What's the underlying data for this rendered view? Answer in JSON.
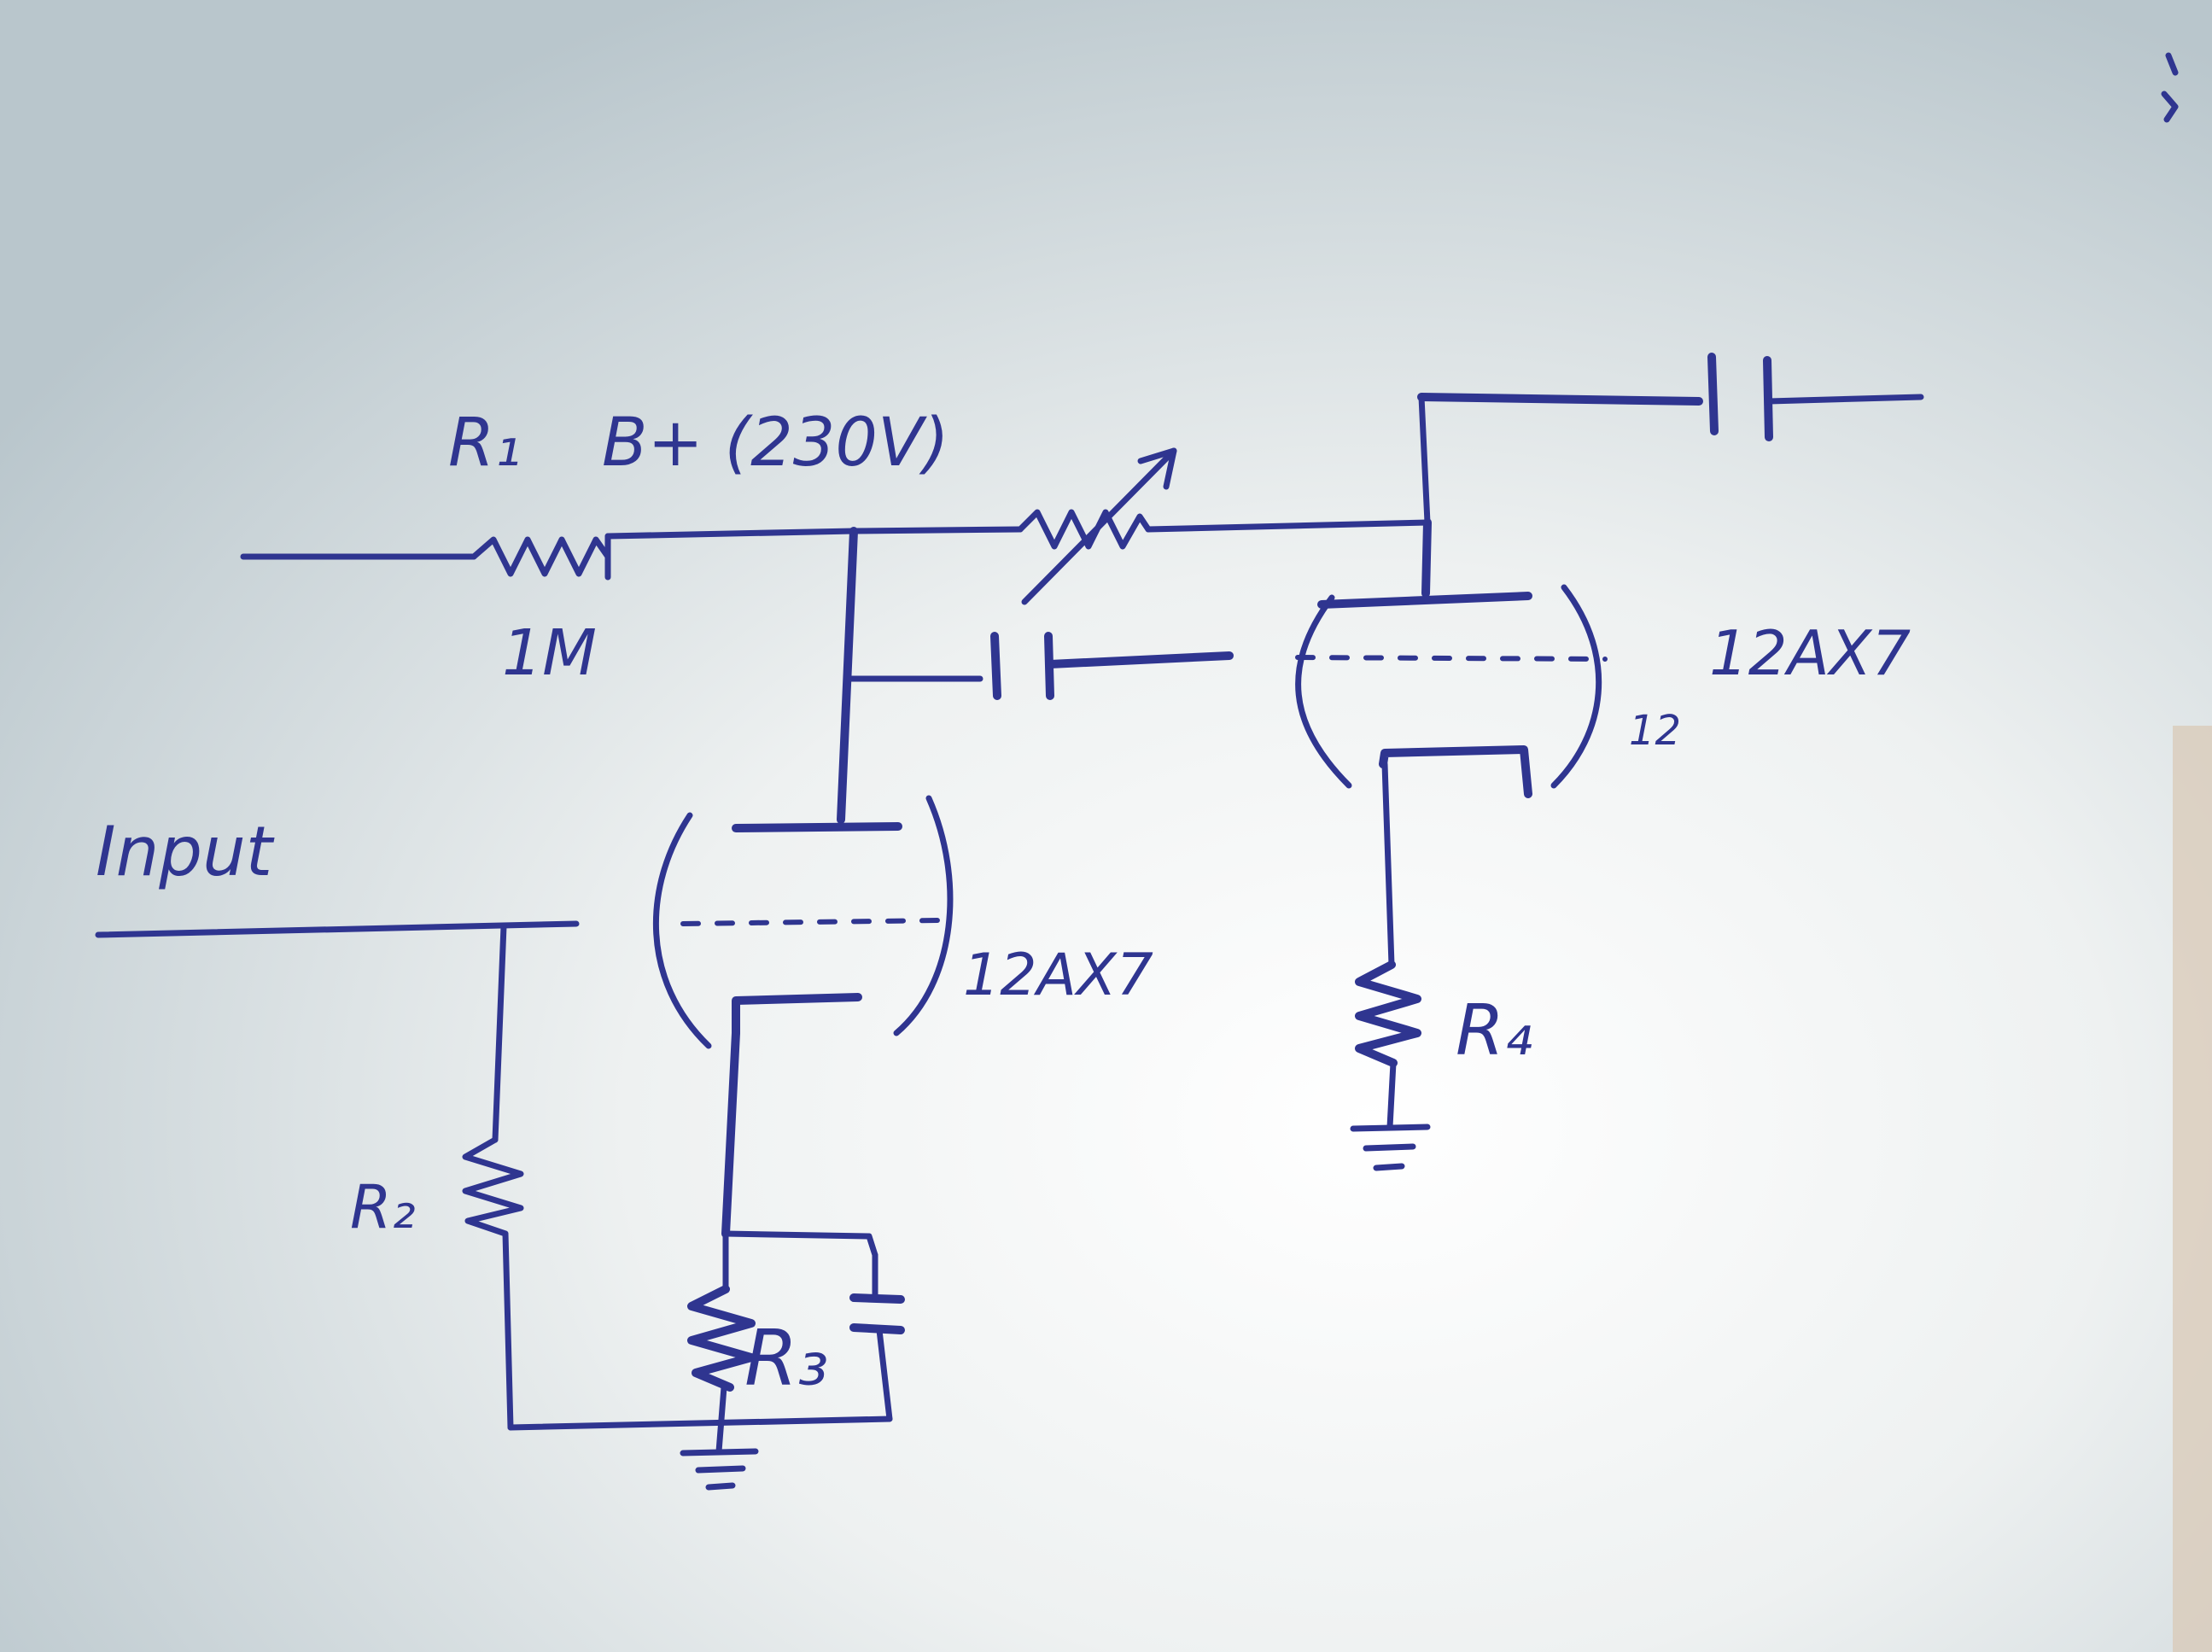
{
  "schematic": {
    "labels": {
      "r1": "R₁",
      "b_plus": "B+ (230V)",
      "r1_value": "1M",
      "input": "Input",
      "tube1_type": "12AX7",
      "tube2_type": "12AX7",
      "tube2_pin": "12",
      "r2": "R₂",
      "r3": "R₃",
      "r4": "R₄"
    }
  }
}
